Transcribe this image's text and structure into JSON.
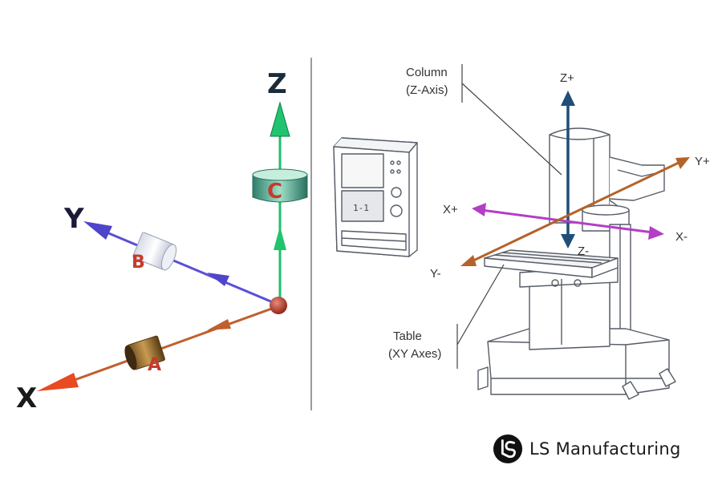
{
  "left_axes": {
    "x_label": "X",
    "y_label": "Y",
    "z_label": "Z",
    "a_label": "A",
    "b_label": "B",
    "c_label": "C"
  },
  "machine": {
    "z_plus": "Z+",
    "z_minus": "Z-",
    "x_plus": "X+",
    "x_minus": "X-",
    "y_plus": "Y+",
    "y_minus": "Y-",
    "column_label": "Column",
    "column_sub": "(Z-Axis)",
    "table_label": "Table",
    "table_sub": "(XY Axes)",
    "panel_display": "1-1"
  },
  "logo": {
    "text": "LS Manufacturing"
  },
  "colors": {
    "x_axis": "#c0602e",
    "y_axis": "#5b4fd6",
    "z_axis": "#1fbf6a",
    "machine_x": "#b23fc4",
    "machine_y": "#b5622a",
    "machine_z": "#1f4e79",
    "outline": "#555b66"
  }
}
